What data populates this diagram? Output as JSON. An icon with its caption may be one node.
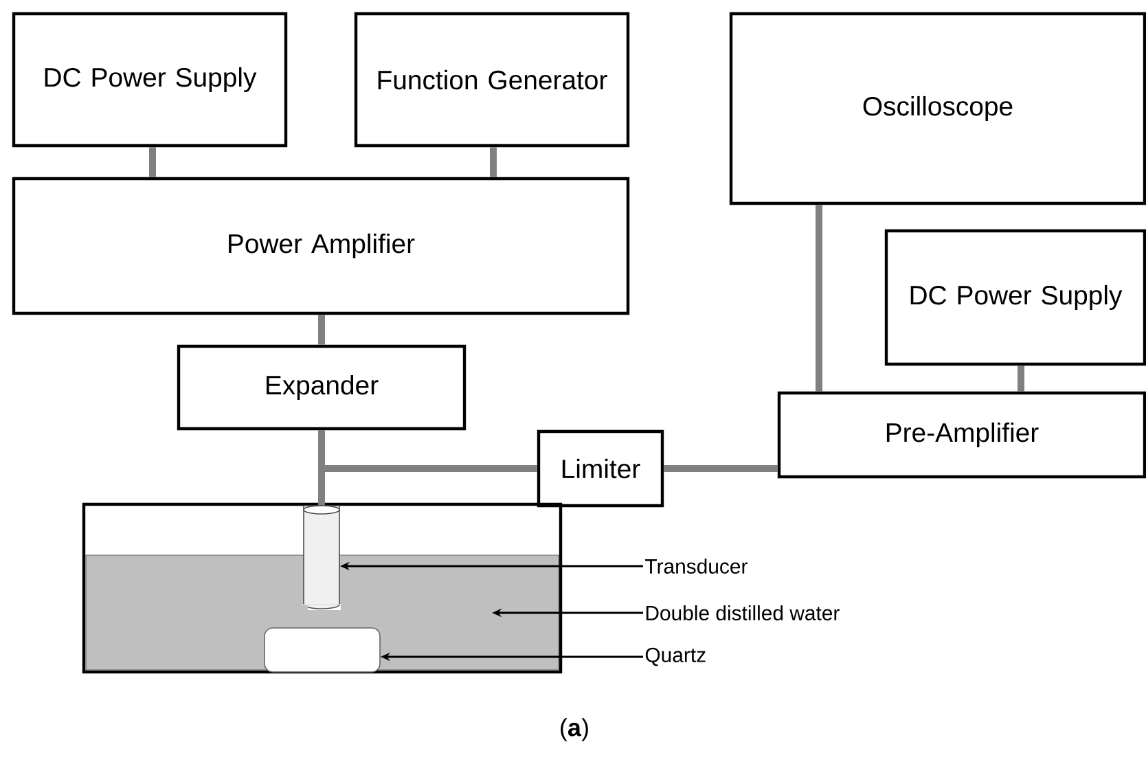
{
  "diagram": {
    "caption": "(**a**)",
    "nodes": [
      {
        "text": [
          "DC Power Supply"
        ]
      },
      {
        "text": [
          "Function Generator"
        ]
      },
      {
        "text": [
          "Power Amplifier"
        ]
      },
      {
        "text": [
          "Expander"
        ]
      },
      {
        "text": [
          "Limiter"
        ]
      },
      {
        "text": [
          "Oscilloscope"
        ]
      },
      {
        "text": [
          "DC Power Supply"
        ]
      },
      {
        "text": [
          "Pre-Amplifier"
        ]
      },
      {
        "text": [],
        "shape": "box"
      },
      {
        "text": [],
        "shape": "box",
        "in": 8
      },
      {
        "text": [],
        "shape": "cylinder",
        "in": 8
      },
      {
        "text": [],
        "shape": "box",
        "in": 9
      },
      {
        "text": [
          "Transducer"
        ]
      },
      {
        "text": [
          "Double distilled water"
        ]
      },
      {
        "text": [
          "Quartz"
        ]
      }
    ],
    "edges": [
      {
        "from": 0,
        "to": 2,
        "arrow": "none"
      },
      {
        "from": 1,
        "to": 2,
        "arrow": "none"
      },
      {
        "from": 2,
        "to": 3,
        "arrow": "none"
      },
      {
        "from": 3,
        "to": 10,
        "arrow": "none"
      },
      {
        "from": 3,
        "to": 4,
        "arrow": "none"
      },
      {
        "from": 4,
        "to": 7,
        "arrow": "none"
      },
      {
        "from": 5,
        "to": 7,
        "arrow": "none"
      },
      {
        "from": 6,
        "to": 7,
        "arrow": "none"
      },
      {
        "from": 12,
        "to": 10,
        "arrow": "to",
        "color": "#000000"
      },
      {
        "from": 13,
        "to": 9,
        "arrow": "to",
        "color": "#000000"
      },
      {
        "from": 14,
        "to": 11,
        "arrow": "to",
        "color": "#000000"
      }
    ]
  }
}
